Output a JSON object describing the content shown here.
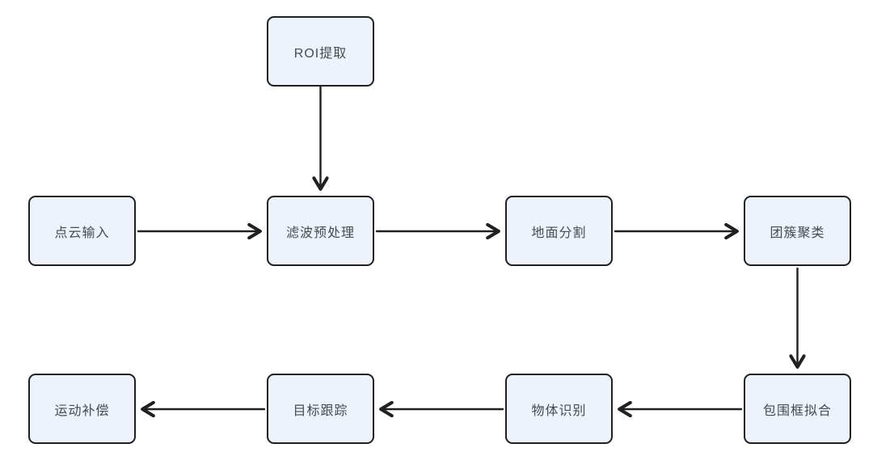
{
  "diagram": {
    "type": "flowchart",
    "background": "#ffffff",
    "colors": {
      "node_fill": "#edf2fb",
      "node_border": "#1e2022",
      "arrow": "#1e2022",
      "label_text": "#474c52"
    },
    "nodes": [
      {
        "id": "roi",
        "label": "ROI提取"
      },
      {
        "id": "input",
        "label": "点云输入"
      },
      {
        "id": "filter",
        "label": "滤波预处理"
      },
      {
        "id": "ground",
        "label": "地面分割"
      },
      {
        "id": "cluster",
        "label": "团簇聚类"
      },
      {
        "id": "motion",
        "label": "运动补偿"
      },
      {
        "id": "track",
        "label": "目标跟踪"
      },
      {
        "id": "recognize",
        "label": "物体识别"
      },
      {
        "id": "bbox",
        "label": "包围框拟合"
      }
    ],
    "edges": [
      {
        "from": "ROI提取",
        "to": "滤波预处理",
        "direction": "down"
      },
      {
        "from": "点云输入",
        "to": "滤波预处理",
        "direction": "right"
      },
      {
        "from": "滤波预处理",
        "to": "地面分割",
        "direction": "right"
      },
      {
        "from": "地面分割",
        "to": "团簇聚类",
        "direction": "right"
      },
      {
        "from": "团簇聚类",
        "to": "包围框拟合",
        "direction": "down"
      },
      {
        "from": "包围框拟合",
        "to": "物体识别",
        "direction": "left"
      },
      {
        "from": "物体识别",
        "to": "目标跟踪",
        "direction": "left"
      },
      {
        "from": "目标跟踪",
        "to": "运动补偿",
        "direction": "left"
      }
    ]
  }
}
